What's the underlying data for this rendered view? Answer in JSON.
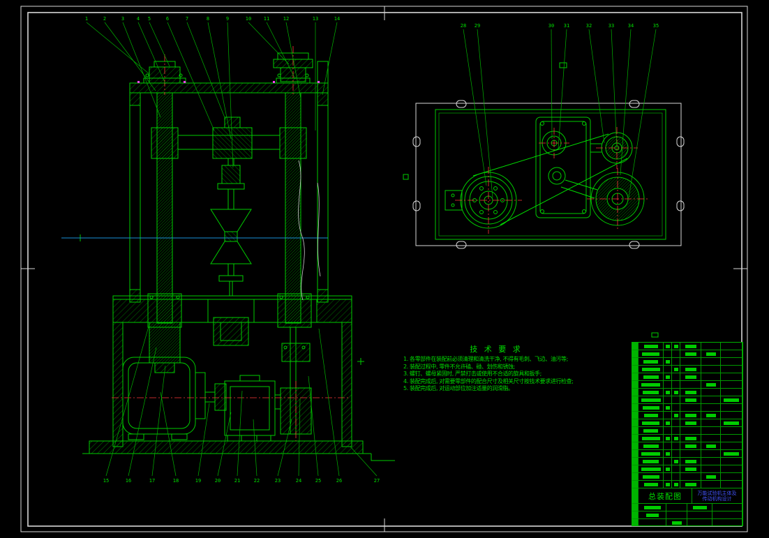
{
  "colors": {
    "background": "#000000",
    "line_green": "#00cc00",
    "frame_white": "#d8d8d8",
    "center_red": "#ff3838",
    "construction_blue": "#1890d8",
    "mark_magenta": "#ff44ff",
    "title_blue": "#4455ff"
  },
  "tech": {
    "title": "技 术 要 求",
    "items": [
      "1. 各零部件在装配前必须清理和清洗干净, 不得有毛刺、飞边、油污等;",
      "2. 装配过程中, 零件不允许磕、碰、划伤和锈蚀;",
      "3. 螺钉、螺母紧固时, 严禁打击或使用不合适的旋具和扳手;",
      "4. 装配完成后, 对需要零部件的配合尺寸及相关尺寸按技术要求进行检查;",
      "5. 装配完成后, 对运动部位加注适量的润滑脂。"
    ]
  },
  "title_block": {
    "drawing_name": "总装配图",
    "project_line1": "万能试验机主体及",
    "project_line2": "传动机构设计"
  },
  "balloons": {
    "top": [
      "1",
      "2",
      "3",
      "4",
      "5",
      "6",
      "7",
      "8",
      "9",
      "10",
      "11",
      "12",
      "13",
      "14"
    ],
    "bottom": [
      "15",
      "16",
      "17",
      "18",
      "19",
      "20",
      "21",
      "22",
      "23",
      "24",
      "25",
      "26",
      "27"
    ],
    "right": [
      "28",
      "29",
      "30",
      "31",
      "32",
      "33",
      "34",
      "35"
    ]
  },
  "bom": {
    "row_count": 19
  }
}
